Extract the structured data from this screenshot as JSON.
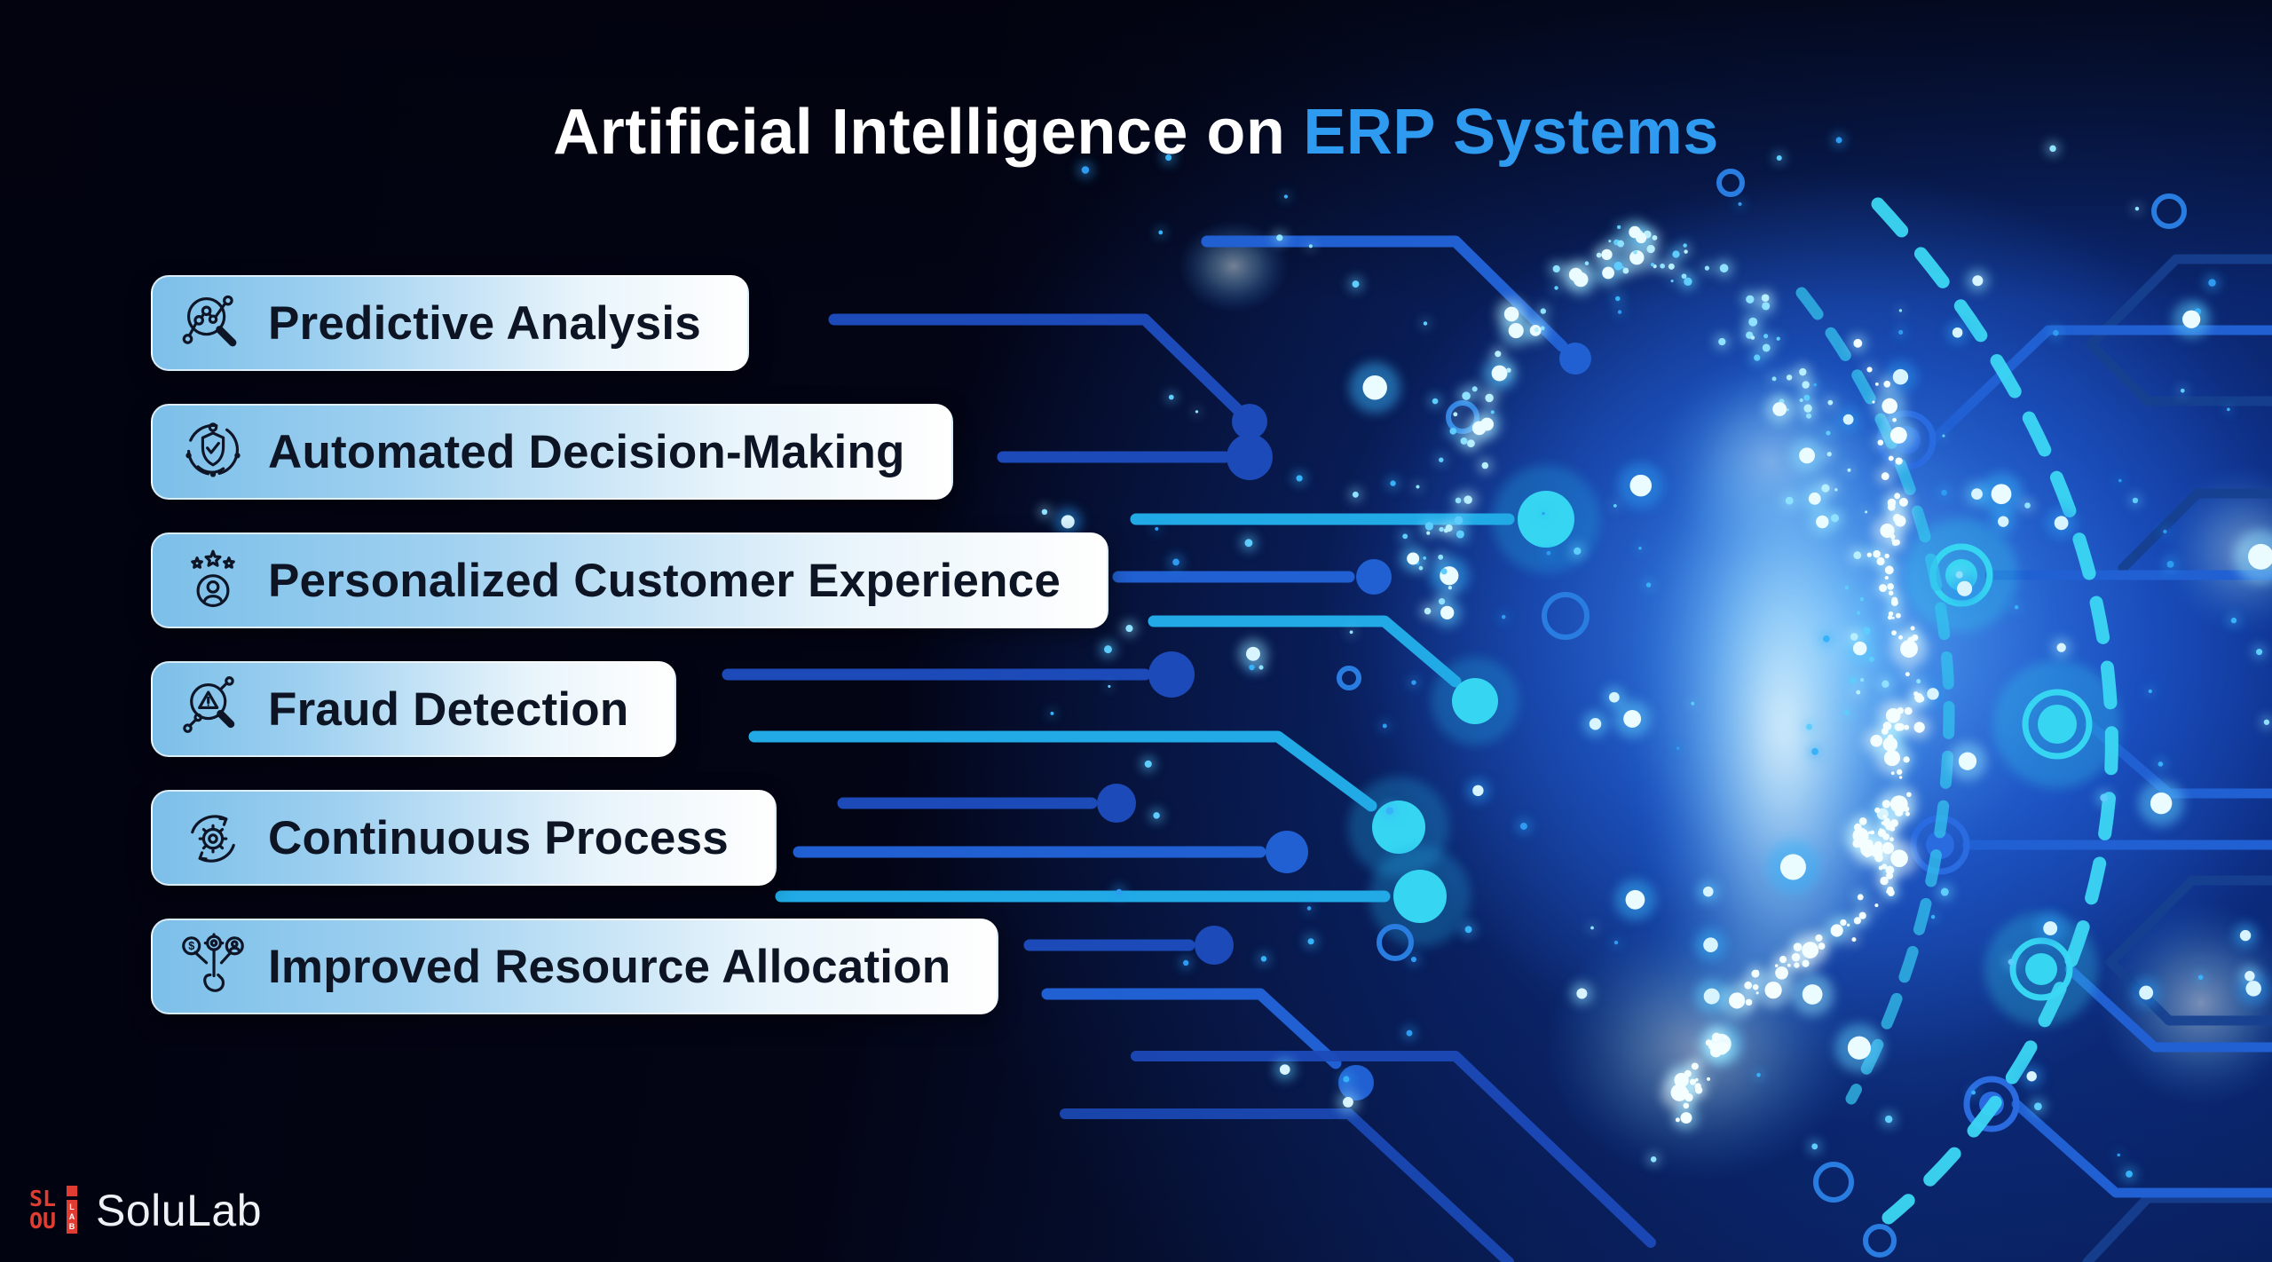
{
  "title": {
    "prefix": "Artificial Intelligence on",
    "highlight": "ERP Systems"
  },
  "features": [
    {
      "label": "Predictive Analysis",
      "icon": "predictive-analysis-icon"
    },
    {
      "label": "Automated Decision-Making",
      "icon": "automated-decision-icon"
    },
    {
      "label": "Personalized Customer Experience",
      "icon": "personalized-customer-icon"
    },
    {
      "label": "Fraud Detection",
      "icon": "fraud-detection-icon"
    },
    {
      "label": "Continuous Process",
      "icon": "continuous-process-icon"
    },
    {
      "label": "Improved Resource Allocation",
      "icon": "resource-allocation-icon"
    }
  ],
  "brand": {
    "name": "SoluLab",
    "logo_mark": "solulab-logo-mark"
  },
  "colors": {
    "title_text": "#ffffff",
    "title_highlight": "#2f9bf0",
    "card_gradient_start": "#7cbfe9",
    "card_gradient_end": "#ffffff",
    "card_text": "#0d1424",
    "accent_cyan": "#36d6f2",
    "circuit_blue": "#2160d2",
    "background_dark": "#020310",
    "glow_blue": "#1a5be0",
    "logo_red": "#e03c31"
  }
}
